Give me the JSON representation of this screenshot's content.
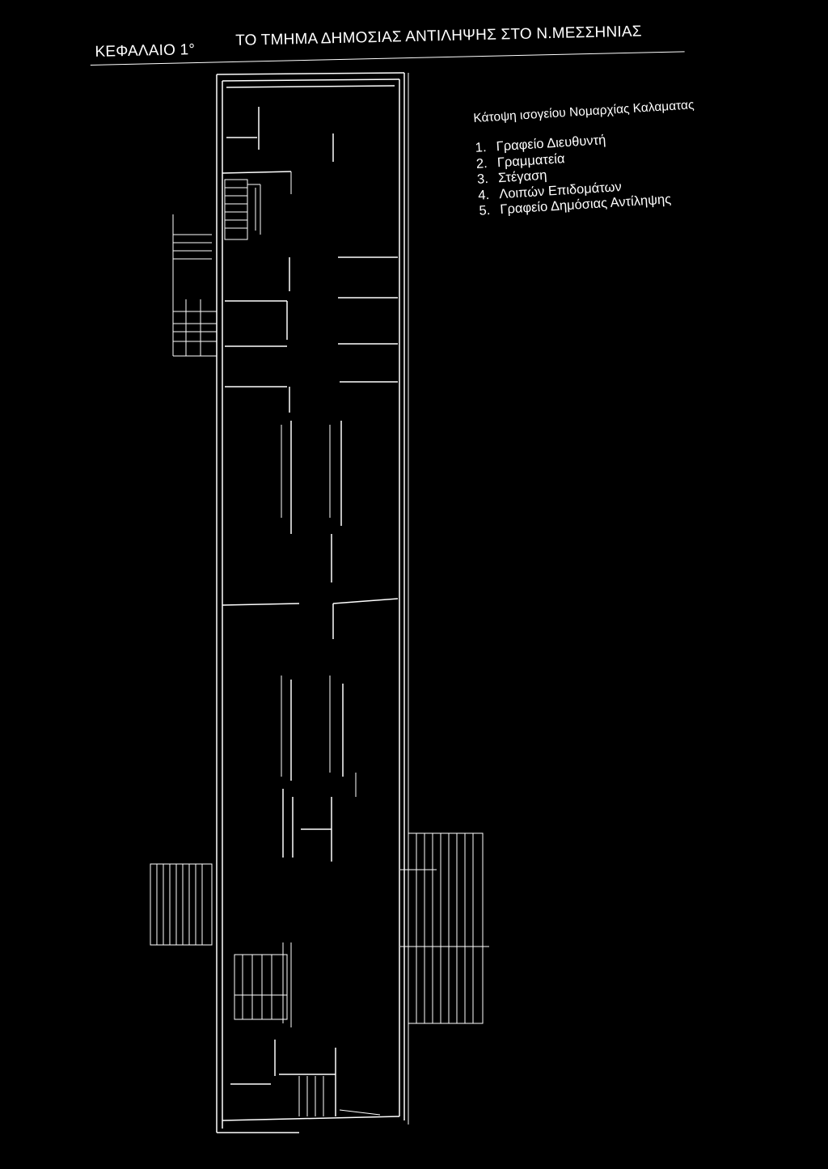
{
  "header": {
    "chapter": "ΚΕΦΑΛΑΙΟ 1°",
    "section": "ΤΟ ΤΜΗΜΑ ΔΗΜΟΣΙΑΣ ΑΝΤΙΛΗΨΗΣ ΣΤΟ Ν.ΜΕΣΣΗΝΙΑΣ"
  },
  "legend": {
    "title": "Κάτοψη ισογείου Νομαρχίας Καλαματας",
    "items": [
      {
        "num": "1.",
        "label": "Γραφείο Διευθυντή"
      },
      {
        "num": "2.",
        "label": "Γραμματεία"
      },
      {
        "num": "3.",
        "label": "Στέγαση"
      },
      {
        "num": "4.",
        "label": "Λοιπών Επιδομάτων"
      },
      {
        "num": "5.",
        "label": "Γραφείο Δημόσιας Αντίληψης"
      }
    ]
  }
}
